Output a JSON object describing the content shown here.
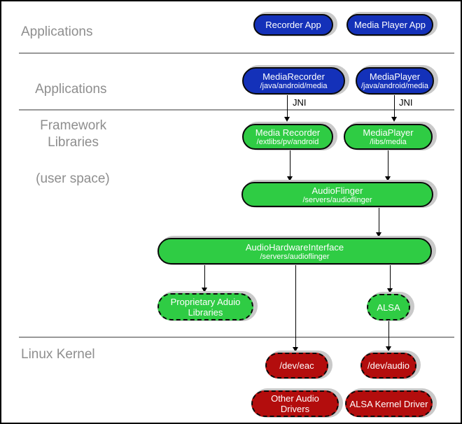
{
  "sections": {
    "applications": {
      "label": "Applications"
    },
    "framework": {
      "line1": "Applications",
      "line2": "Framework"
    },
    "libraries": {
      "line1": "Libraries",
      "line2": "(user space)"
    },
    "kernel": {
      "label": "Linux Kernel"
    }
  },
  "nodes": {
    "recorder_app": {
      "title": "Recorder App"
    },
    "media_player_app": {
      "title": "Media Player App"
    },
    "media_recorder_fw": {
      "title": "MediaRecorder",
      "subtitle": "/java/android/media"
    },
    "media_player_fw": {
      "title": "MediaPlayer",
      "subtitle": "/java/android/media"
    },
    "media_recorder_lib": {
      "title": "Media Recorder",
      "subtitle": "/extlibs/pv/android"
    },
    "media_player_lib": {
      "title": "MediaPlayer",
      "subtitle": "/libs/media"
    },
    "audioflinger": {
      "title": "AudioFlinger",
      "subtitle": "/servers/audioflinger"
    },
    "audio_hw_interface": {
      "title": "AudioHardwareInterface",
      "subtitle": "/servers/audioflinger"
    },
    "proprietary_audio": {
      "title": "Proprietary Aduio Libraries"
    },
    "alsa": {
      "title": "ALSA"
    },
    "dev_eac": {
      "title": "/dev/eac"
    },
    "dev_audio": {
      "title": "/dev/audio"
    },
    "other_audio_drivers": {
      "title": "Other Audio Drivers"
    },
    "alsa_kernel_driver": {
      "title": "ALSA Kernel Driver"
    }
  },
  "edge_labels": {
    "jni_left": "JNI",
    "jni_right": "JNI"
  },
  "colors": {
    "app_blue": "#1431B9",
    "lib_green": "#2FCC44",
    "kernel_red": "#B30D0D",
    "label_gray": "#8E8E8E",
    "shadow_gray": "#C9C9C9"
  }
}
